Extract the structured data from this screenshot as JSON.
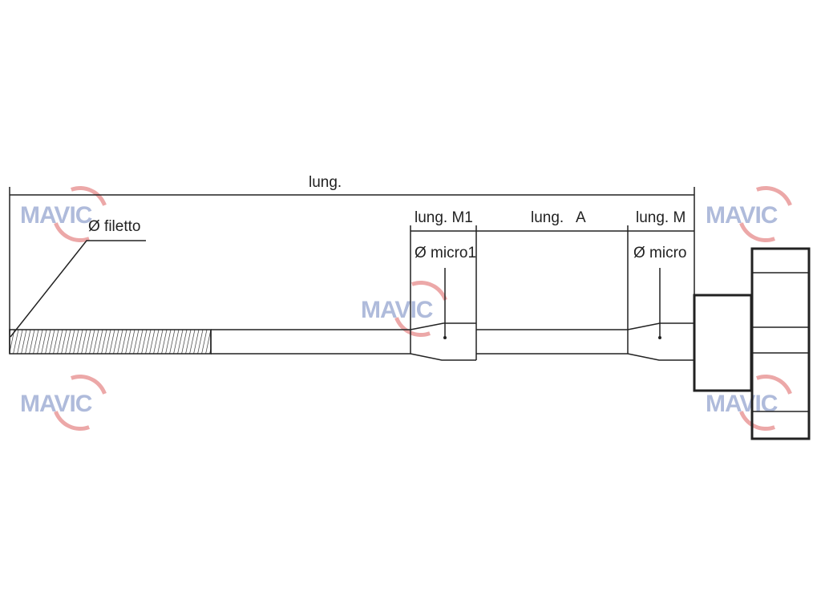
{
  "labels": {
    "overall_length": "lung.",
    "thread_diameter": "Ø filetto",
    "length_m1": "lung. M1",
    "length_a": "lung.   A",
    "length_m": "lung. M",
    "micro1_diameter": "Ø micro1",
    "micro_diameter": "Ø micro"
  },
  "watermark": "MAVIC",
  "colors": {
    "line": "#222222",
    "watermark_text": "#7b8fc4",
    "watermark_arc": "#e07070"
  }
}
